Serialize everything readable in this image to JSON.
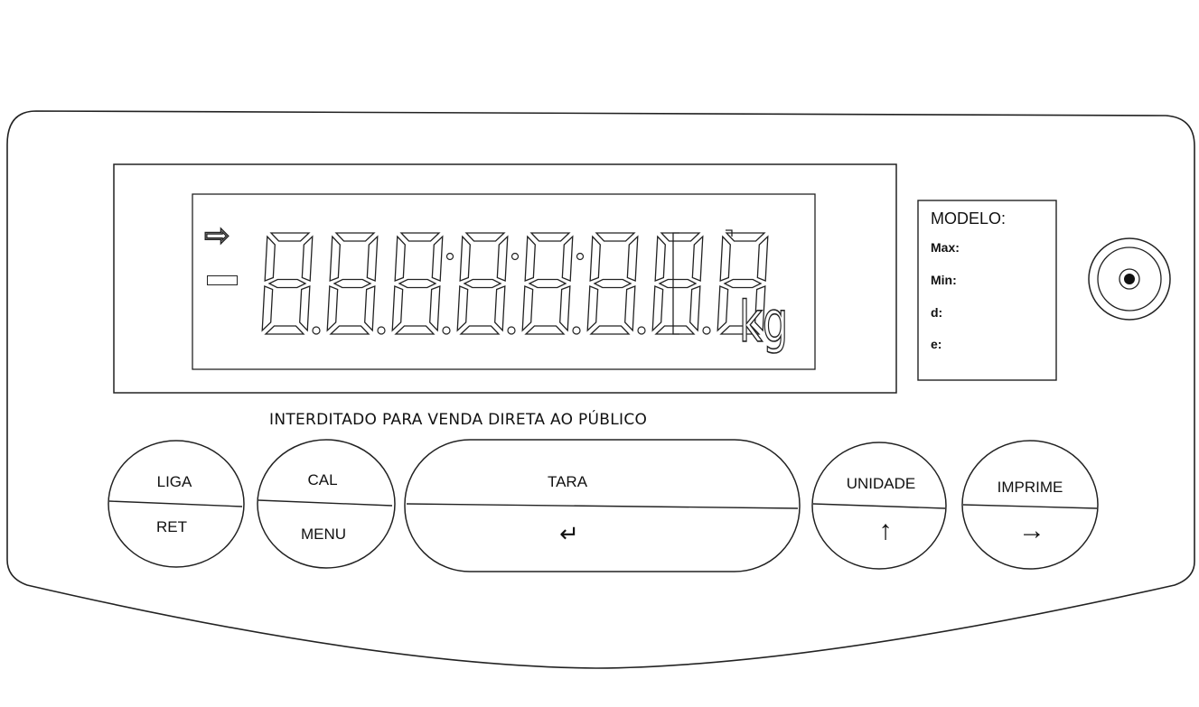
{
  "display": {
    "unit": "kg",
    "digit_count": 8,
    "digit_value": "8.8.8.8.8.8.8.8"
  },
  "notice": "INTERDITADO PARA VENDA DIRETA AO PÚBLICO",
  "model_plate": {
    "title": "MODELO:",
    "max": "Max:",
    "min": "Min:",
    "d": "d:",
    "e": "e:"
  },
  "buttons": {
    "power": {
      "top": "LIGA",
      "bottom": "RET"
    },
    "cal": {
      "top": "CAL",
      "bottom": "MENU"
    },
    "tare": {
      "top": "TARA",
      "bottom": "↵"
    },
    "unit": {
      "top": "UNIDADE",
      "bottom": "↑"
    },
    "print": {
      "top": "IMPRIME",
      "bottom": "→"
    }
  },
  "icons": {
    "indicator_arrow": "⇨",
    "level_indicator": "level-bubble-icon"
  }
}
